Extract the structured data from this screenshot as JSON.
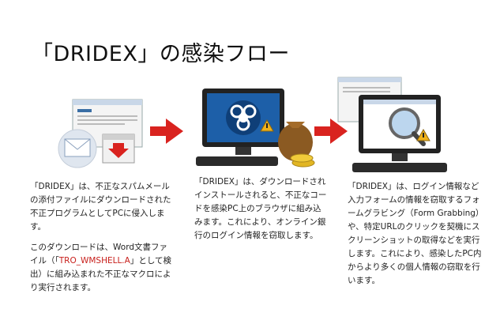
{
  "title": "「DRIDEX」の感染フロー",
  "col1": {
    "p1": "「DRIDEX」は、不正なスパムメールの添付ファイルにダウンロードされた不正プログラムとしてPCに侵入します。",
    "p2_a": "このダウンロードは、Word文書ファイル（「",
    "p2_hl": "TRO_WMSHELL.A",
    "p2_b": "」として検出）に組み込まれた不正なマクロにより実行されます。"
  },
  "col2": {
    "p1": "「DRIDEX」は、ダウンロードされインストールされると、不正なコードを感染PC上のブラウザに組み込みます。これにより、オンライン銀行のログイン情報を窃取します。"
  },
  "col3": {
    "p1": "「DRIDEX」は、ログイン情報など入力フォームの情報を窃取するフォームグラビング（Form Grabbing）や、特定URLのクリックを契機にスクリーンショットの取得などを実行します。これにより、感染したPC内からより多くの個人情報の窃取を行います。"
  },
  "colors": {
    "arrow": "#d9231f",
    "biohazard_bg": "#1d5fa8",
    "warning": "#f0b21a",
    "highlight_text": "#c8201c"
  }
}
